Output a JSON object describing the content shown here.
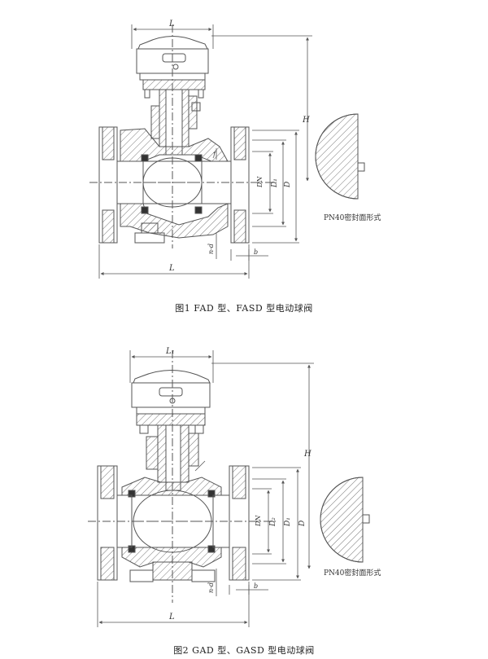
{
  "figure1": {
    "caption": "图1   FAD 型、FASD 型电动球阀",
    "labels": {
      "L_top": "L",
      "L_bottom": "L",
      "H": "H",
      "DN": "DN",
      "D1": "D₁",
      "D": "D",
      "f": "f",
      "n_d": "n-d",
      "b": "b"
    },
    "seal_caption": "PN40密封面形式"
  },
  "figure2": {
    "caption": "图2   GAD 型、GASD 型电动球阀",
    "labels": {
      "L1_top": "L₁",
      "L_bottom": "L",
      "H": "H",
      "DN": "DN",
      "D2": "D₂",
      "D1": "D₁",
      "D": "D",
      "n_d": "n-d",
      "b": "b"
    },
    "seal_caption": "PN40密封面形式"
  },
  "colors": {
    "line": "#555555",
    "hatch": "#777777",
    "text": "#333333"
  }
}
